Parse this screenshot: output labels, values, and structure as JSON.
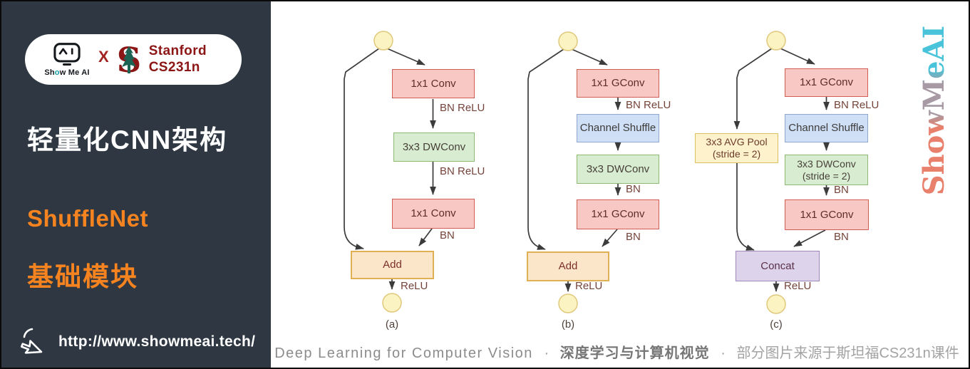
{
  "sidebar": {
    "logo": {
      "brand_part1": "Sh",
      "brand_o": "o",
      "brand_part2": "w Me AI",
      "x": "X",
      "stanford_letter": "S",
      "stanford_line1": "Stanford",
      "stanford_line2": "CS231n"
    },
    "title": "轻量化CNN架构",
    "subtitle1": "ShuffleNet",
    "subtitle2": "基础模块",
    "url": "http://www.showmeai.tech/"
  },
  "watermark": "ShowMeAI",
  "footer": {
    "en": "Deep Learning for Computer Vision",
    "sep1": "·",
    "zh_bold": "深度学习与计算机视觉",
    "sep2": "·",
    "zh_light": "部分图片来源于斯坦福CS231n课件"
  },
  "diagram": {
    "a": {
      "n1": "1x1 Conv",
      "n2": "3x3 DWConv",
      "n3": "1x1 Conv",
      "merge": "Add",
      "ann1": "BN ReLU",
      "ann2": "BN ReLU",
      "ann3": "BN",
      "relu": "ReLU",
      "caption": "(a)"
    },
    "b": {
      "n1": "1x1 GConv",
      "n2": "Channel Shuffle",
      "n3": "3x3 DWConv",
      "n4": "1x1 GConv",
      "merge": "Add",
      "ann1": "BN ReLU",
      "ann2": "BN",
      "ann3": "BN",
      "relu": "ReLU",
      "caption": "(b)"
    },
    "c": {
      "pool_line1": "3x3 AVG Pool",
      "pool_line2": "(stride = 2)",
      "n1": "1x1 GConv",
      "n2": "Channel Shuffle",
      "n3_line1": "3x3 DWConv",
      "n3_line2": "(stride = 2)",
      "n4": "1x1 GConv",
      "merge": "Concat",
      "ann1": "BN ReLU",
      "ann2": "BN",
      "ann3": "BN",
      "relu": "ReLU",
      "caption": "(c)"
    }
  },
  "colors": {
    "sidebar_bg": "#2e3742",
    "accent_orange": "#f5831f",
    "stanford_red": "#8c1515",
    "pink_fill": "#f8c8c5",
    "pink_border": "#d05c55",
    "green_fill": "#d8ecd2",
    "green_border": "#8cba72",
    "blue_fill": "#cfe0f6",
    "blue_border": "#8fa8cc",
    "add_fill": "#fbe6c9",
    "add_border": "#e0b054",
    "pool_fill": "#fdf2cb",
    "pool_border": "#ddc161",
    "concat_fill": "#ddd3ea",
    "concat_border": "#9c87b8",
    "io_circle_fill": "#fcf3c3",
    "io_circle_border": "#e0c87c",
    "watermark_coral": "#e8806c",
    "watermark_mauve": "#a79aa4",
    "watermark_cyan": "#49c3d9"
  }
}
